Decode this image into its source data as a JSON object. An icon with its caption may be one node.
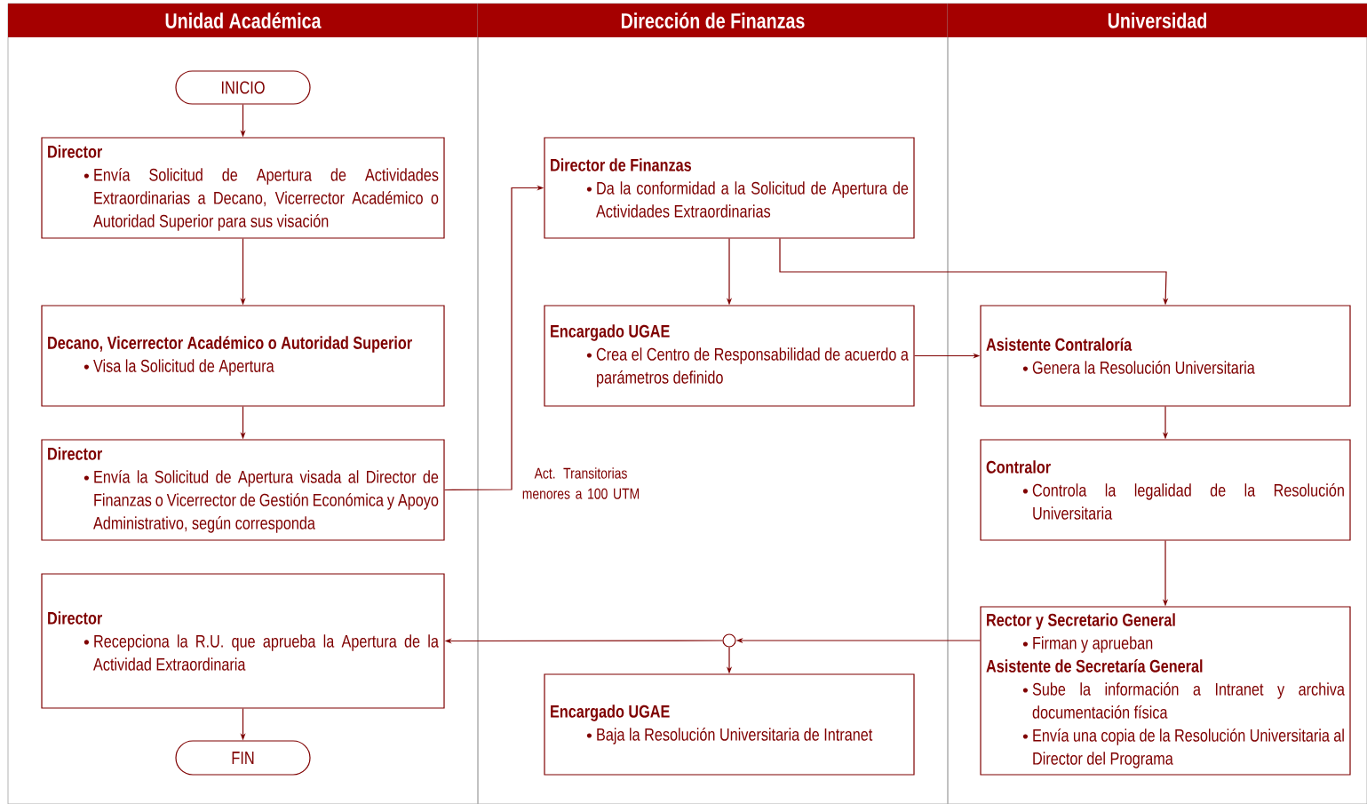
{
  "diagram": {
    "nodes": [
      {
        "text": [
          "Unidad Académica"
        ]
      },
      {
        "text": [
          "Dirección de Finanzas"
        ]
      },
      {
        "text": [
          "Universidad"
        ]
      },
      {
        "text": [
          "INICIO"
        ],
        "in": 0
      },
      {
        "text": [
          "Director",
          "Envía Solicitud de Apertura de Actividades Extraordinarias a Decano, Vicerrector Académico o Autoridad Superior para sus visación"
        ],
        "in": 0
      },
      {
        "text": [
          "Decano, Vicerrector Académico o Autoridad Superior",
          "Visa la Solicitud de Apertura"
        ],
        "in": 0
      },
      {
        "text": [
          "Director",
          "Envía la Solicitud de Apertura visada al Director de Finanzas o Vicerrector de Gestión Económica y Apoyo Administrativo, según corresponda"
        ],
        "in": 0
      },
      {
        "text": [
          "Director",
          "Recepciona la R.U. que aprueba la Apertura de la Actividad Extraordinaria"
        ],
        "in": 0
      },
      {
        "text": [
          "FIN"
        ],
        "in": 0
      },
      {
        "text": [
          "Director de Finanzas",
          "Da la conformidad a la Solicitud de Apertura de Actividades Extraordinarias"
        ],
        "in": 1
      },
      {
        "text": [
          "Encargado UGAE",
          "Crea el Centro de Responsabilidad de acuerdo a parámetros definido"
        ],
        "in": 1
      },
      {
        "text": [],
        "shape": "circle",
        "in": 1
      },
      {
        "text": [
          "Encargado UGAE",
          "Baja la Resolución Universitaria de Intranet"
        ],
        "in": 1
      },
      {
        "text": [
          "Asistente Contraloría",
          "Genera la Resolución Universitaria"
        ],
        "in": 2
      },
      {
        "text": [
          "Contralor",
          "Controla la legalidad de la Resolución Universitaria"
        ],
        "in": 2
      },
      {
        "text": [
          "Rector y Secretario General",
          "Firman y aprueban",
          "Asistente de Secretaría General",
          "Sube la información a Intranet y archiva documentación física",
          "Envía una copia de la Resolución Universitaria al Director del Programa"
        ],
        "in": 2
      }
    ],
    "edges": [
      {
        "from": 3,
        "to": 4,
        "arrow": "to"
      },
      {
        "from": 4,
        "to": 5,
        "arrow": "to"
      },
      {
        "from": 5,
        "to": 6,
        "arrow": "to"
      },
      {
        "from": 6,
        "to": 9,
        "arrow": "to",
        "label": "Act. Transitorias menores a 100 UTM"
      },
      {
        "from": 9,
        "to": 10,
        "arrow": "to"
      },
      {
        "from": 9,
        "to": 13,
        "arrow": "to"
      },
      {
        "from": 10,
        "to": 13,
        "arrow": "to"
      },
      {
        "from": 13,
        "to": 14,
        "arrow": "to"
      },
      {
        "from": 14,
        "to": 15,
        "arrow": "to"
      },
      {
        "from": 15,
        "to": 11,
        "arrow": "to"
      },
      {
        "from": 11,
        "to": 7,
        "arrow": "to"
      },
      {
        "from": 11,
        "to": 12,
        "arrow": "to"
      },
      {
        "from": 7,
        "to": 8,
        "arrow": "to"
      }
    ]
  }
}
